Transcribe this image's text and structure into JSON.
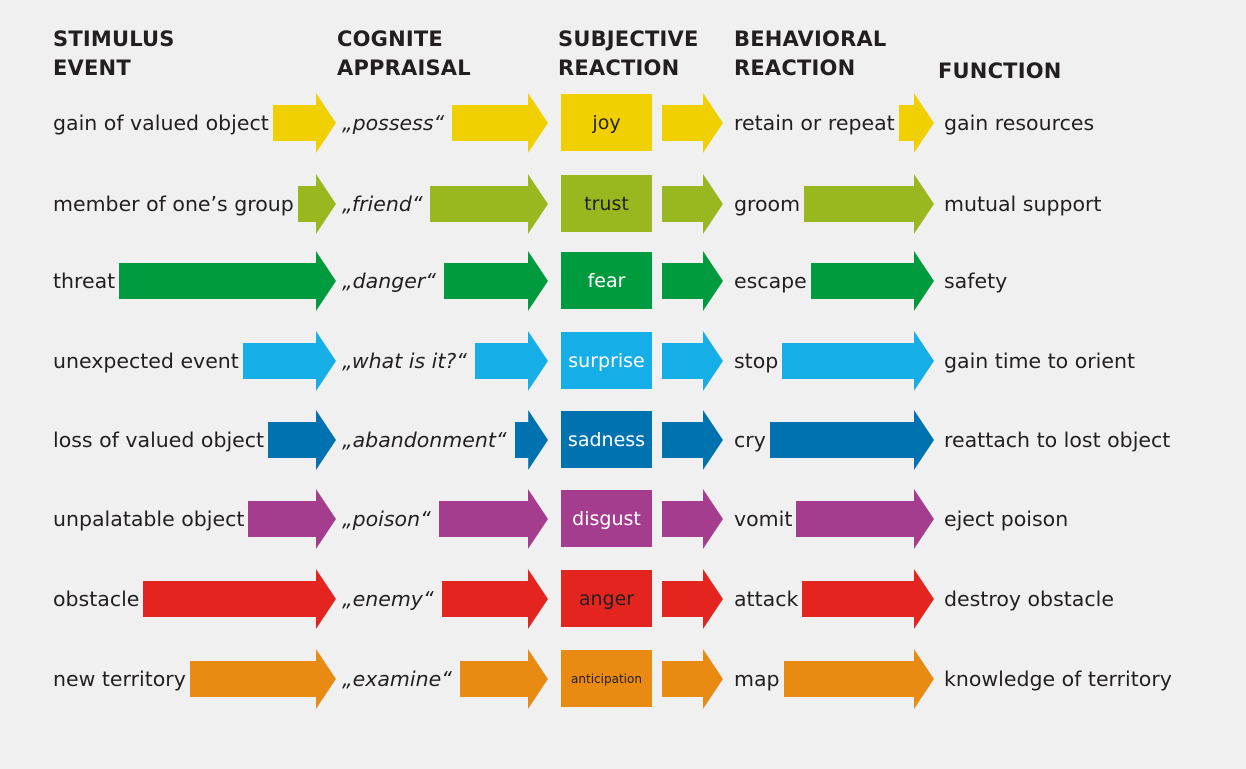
{
  "headers": {
    "stimulus": [
      "STIMULUS",
      "EVENT"
    ],
    "appraisal": [
      "COGNITE",
      "APPRAISAL"
    ],
    "subjective": [
      "SUBJECTIVE",
      "REACTION"
    ],
    "behavioral": [
      "BEHAVIORAL",
      "REACTION"
    ],
    "function": "FUNCTION"
  },
  "rows": [
    {
      "stimulus": "gain of valued object",
      "appraisal": "„possess“",
      "emotion": "joy",
      "behavior": "retain or repeat",
      "function": "gain resources",
      "color": "#f0d000",
      "text_color": "#231f20"
    },
    {
      "stimulus": "member of one’s group",
      "appraisal": "„friend“",
      "emotion": "trust",
      "behavior": "groom",
      "function": "mutual support",
      "color": "#99b81f",
      "text_color": "#231f20"
    },
    {
      "stimulus": "threat",
      "appraisal": "„danger“",
      "emotion": "fear",
      "behavior": "escape",
      "function": "safety",
      "color": "#009b3e",
      "text_color": "#ffffff"
    },
    {
      "stimulus": "unexpected event",
      "appraisal": "„what is it?“",
      "emotion": "surprise",
      "behavior": "stop",
      "function": "gain time to orient",
      "color": "#16aee6",
      "text_color": "#ffffff"
    },
    {
      "stimulus": "loss of valued object",
      "appraisal": "„abandonment“",
      "emotion": "sadness",
      "behavior": "cry",
      "function": "reattach to lost object",
      "color": "#0072b0",
      "text_color": "#ffffff"
    },
    {
      "stimulus": "unpalatable object",
      "appraisal": "„poison“",
      "emotion": "disgust",
      "behavior": "vomit",
      "function": "eject poison",
      "color": "#a43d8e",
      "text_color": "#ffffff"
    },
    {
      "stimulus": "obstacle",
      "appraisal": "„enemy“",
      "emotion": "anger",
      "behavior": "attack",
      "function": "destroy obstacle",
      "color": "#e4251f",
      "text_color": "#231f20"
    },
    {
      "stimulus": "new territory",
      "appraisal": "„examine“",
      "emotion": "anticipation",
      "behavior": "map",
      "function": "knowledge of territory",
      "color": "#e98a13",
      "text_color": "#231f20"
    }
  ]
}
